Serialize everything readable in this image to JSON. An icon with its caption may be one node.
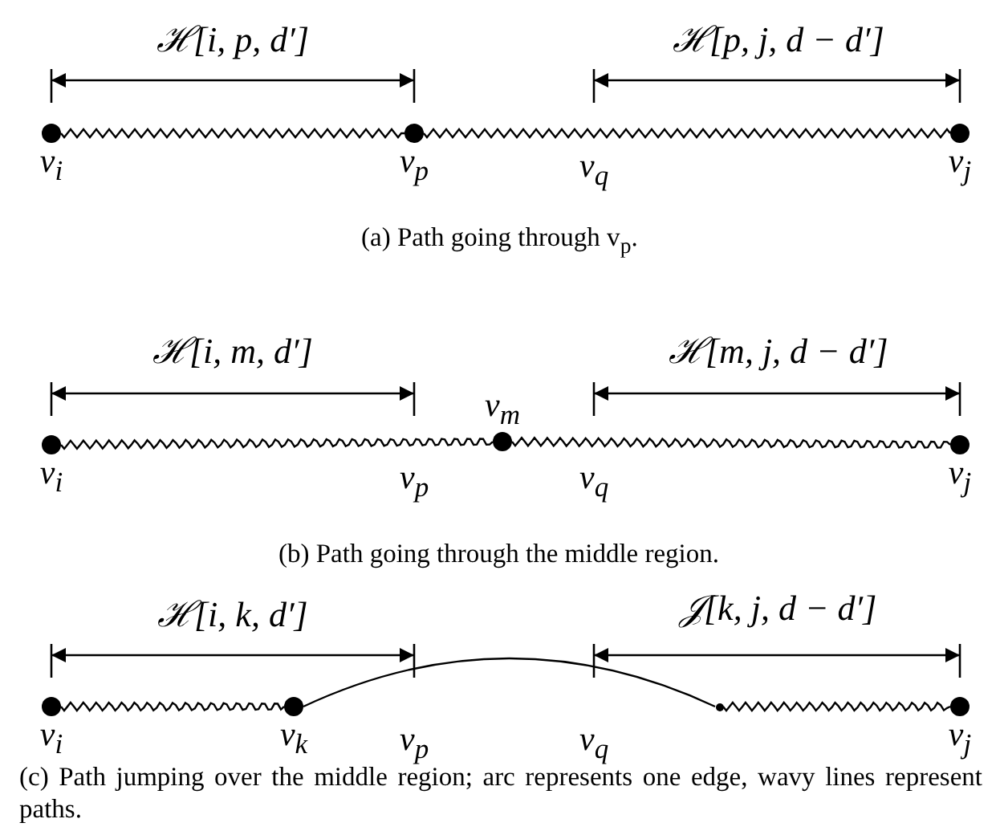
{
  "diagram": {
    "nodes": [
      {
        "text": [
          "v$_{i}$"
        ]
      },
      {
        "text": [
          "v$_{p}$"
        ]
      },
      {
        "text": [
          "v$_{j}$"
        ]
      },
      {
        "text": [
          "v$_{i}$"
        ]
      },
      {
        "text": [
          "v$_{m}$"
        ]
      },
      {
        "text": [
          "v$_{j}$"
        ]
      },
      {
        "text": [
          "v$_{i}$"
        ]
      },
      {
        "text": [
          "v$_{k}$"
        ]
      },
      {
        "text": [],
        "shape": "circle"
      },
      {
        "text": [
          "v$_{j}$"
        ]
      }
    ],
    "edges": [
      {
        "from": 0,
        "to": 1,
        "arrow": "none"
      },
      {
        "from": 1,
        "to": 2,
        "arrow": "none"
      },
      {
        "from": 3,
        "to": 4,
        "arrow": "none"
      },
      {
        "from": 4,
        "to": 5,
        "arrow": "none"
      },
      {
        "from": 6,
        "to": 7,
        "arrow": "none"
      },
      {
        "from": 7,
        "to": 8,
        "arrow": "none"
      },
      {
        "from": 8,
        "to": 9,
        "arrow": "none"
      }
    ],
    "labels": [
      "ℋ[i, p, d′]",
      "ℋ[p, j, d − d′]",
      "v$_{q}$",
      "(a) Path going through v$_{p}$.",
      "ℋ[i, m, d′]",
      "ℋ[m, j, d − d′]",
      "v$_{p}$",
      "v$_{q}$",
      "(b) Path going through the middle region.",
      "ℋ[i, k, d′]",
      "𝒥[k, j, d − d′]",
      "v$_{p}$",
      "v$_{q}$",
      "(c) Path jumping over the middle region; arc represents one edge, wavy lines represent paths."
    ]
  }
}
